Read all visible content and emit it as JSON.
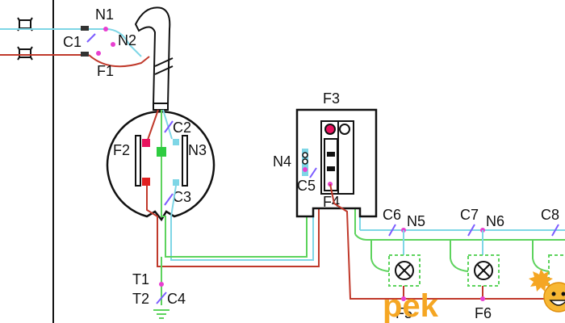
{
  "labels": {
    "n1": "N1",
    "n2": "N2",
    "c1": "C1",
    "f1": "F1",
    "f2": "F2",
    "c2": "C2",
    "n3": "N3",
    "c3": "C3",
    "f3": "F3",
    "n4": "N4",
    "c5": "C5",
    "f4": "F4",
    "c6": "C6",
    "n5": "N5",
    "c7": "C7",
    "n6": "N6",
    "c8": "C8",
    "f5": "F5",
    "f6": "F6",
    "t1": "T1",
    "t2": "T2",
    "c4": "C4"
  },
  "watermark": {
    "text": "pek"
  },
  "colors": {
    "phase_red": "#c0392b",
    "neutral_cyan": "#7ed6e6",
    "earth_green": "#5dd35d",
    "marker_magenta": "#e83fd0",
    "switch_violet": "#7b5cff",
    "outline": "#111111",
    "watermark_orange": "#f5a623"
  },
  "icons": [
    "fuse-icon",
    "lamp-icon",
    "ground-icon",
    "emoji-mascot-icon"
  ]
}
